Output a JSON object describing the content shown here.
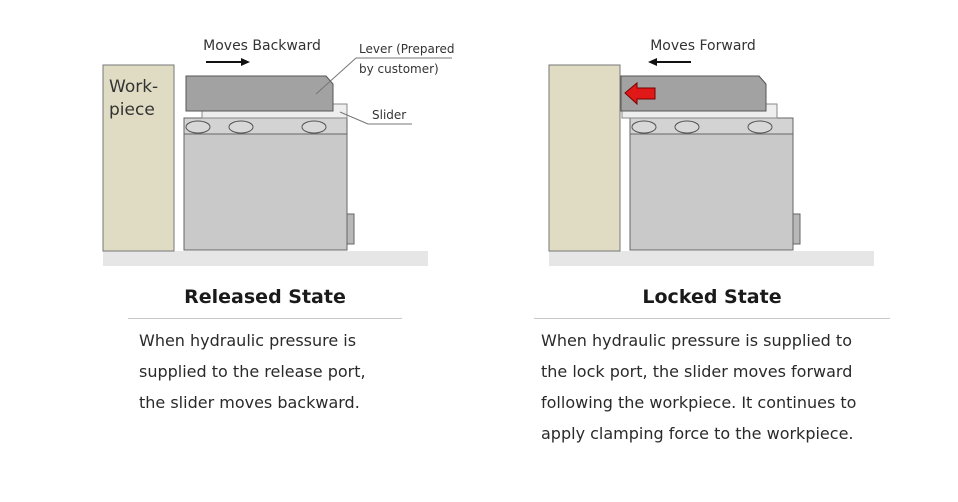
{
  "released": {
    "workpiece_label_line1": "Work-",
    "workpiece_label_line2": "piece",
    "motion_label": "Moves Backward",
    "lever_label_line1": "Lever (Prepared",
    "lever_label_line2": "by customer)",
    "slider_label": "Slider",
    "title": "Released State",
    "description_lines": [
      "When hydraulic pressure is",
      "supplied to the release port,",
      "the slider moves backward."
    ]
  },
  "locked": {
    "motion_label": "Moves Forward",
    "title": "Locked State",
    "description_lines": [
      "When hydraulic pressure is supplied to",
      "the lock port, the slider moves forward",
      "following the workpiece. It continues to",
      "apply clamping force to the workpiece."
    ]
  },
  "colors": {
    "workpiece": "#e0dcc4",
    "lever": "#a2a2a2",
    "body": "#c9c9c9",
    "floor": "#e6e6e6",
    "arrow_red": "#e01818"
  }
}
